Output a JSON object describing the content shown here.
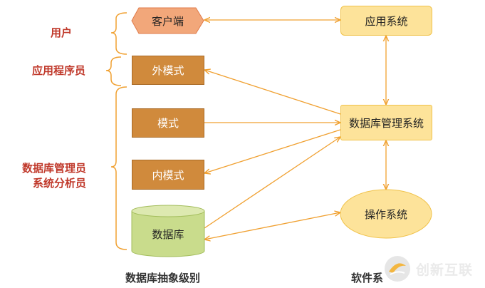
{
  "roles": {
    "user": "用户",
    "programmer": "应用程序员",
    "dba_line1": "数据库管理员",
    "dba_line2": "系统分析员"
  },
  "abstraction_levels": {
    "client": "客户端",
    "external_schema": "外模式",
    "schema": "模式",
    "internal_schema": "内模式",
    "database": "数据库"
  },
  "software_systems": {
    "application": "应用系统",
    "dbms": "数据库管理系统",
    "os": "操作系统"
  },
  "captions": {
    "left": "数据库抽象级别",
    "right": "软件系"
  },
  "watermark": {
    "text": "创新互联"
  },
  "colors": {
    "role_text": "#c0392b",
    "brown_box": "#d08a3c",
    "system_box": "#fde39a",
    "connector": "#f0a030",
    "database_green": "#c9dc8c"
  }
}
